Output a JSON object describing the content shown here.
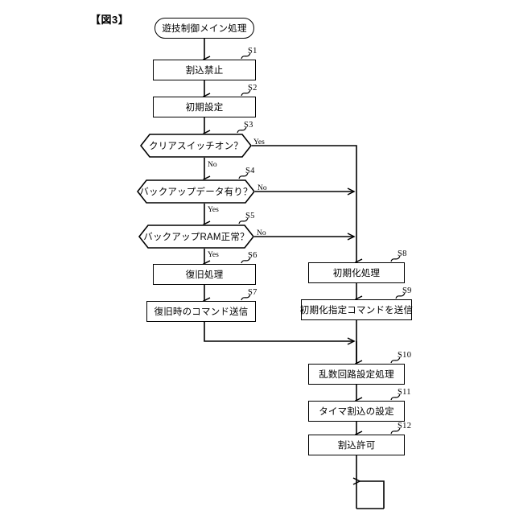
{
  "figure": {
    "label": "【図3】",
    "title_node": "遊技制御メイン処理"
  },
  "nodes": [
    {
      "id": "start",
      "ref": "",
      "text": "遊技制御メイン処理",
      "shape": "terminator"
    },
    {
      "id": "s1",
      "ref": "S1",
      "text": "割込禁止",
      "shape": "process"
    },
    {
      "id": "s2",
      "ref": "S2",
      "text": "初期設定",
      "shape": "process"
    },
    {
      "id": "s3",
      "ref": "S3",
      "text": "クリアスイッチオン？",
      "shape": "decision"
    },
    {
      "id": "s4",
      "ref": "S4",
      "text": "バックアップデータ有り？",
      "shape": "decision"
    },
    {
      "id": "s5",
      "ref": "S5",
      "text": "バックアップRAM正常？",
      "shape": "decision"
    },
    {
      "id": "s6",
      "ref": "S6",
      "text": "復旧処理",
      "shape": "process"
    },
    {
      "id": "s7",
      "ref": "S7",
      "text": "復旧時のコマンド送信",
      "shape": "process"
    },
    {
      "id": "s8",
      "ref": "S8",
      "text": "初期化処理",
      "shape": "process"
    },
    {
      "id": "s9",
      "ref": "S9",
      "text": "初期化指定コマンドを送信",
      "shape": "process"
    },
    {
      "id": "s10",
      "ref": "S10",
      "text": "乱数回路設定処理",
      "shape": "process"
    },
    {
      "id": "s11",
      "ref": "S11",
      "text": "タイマ割込の設定",
      "shape": "process"
    },
    {
      "id": "s12",
      "ref": "S12",
      "text": "割込許可",
      "shape": "process"
    }
  ],
  "edge_labels": {
    "s3_yes": "Yes",
    "s3_no": "No",
    "s4_no": "No",
    "s4_yes": "Yes",
    "s5_no": "No",
    "s5_yes": "Yes"
  },
  "colors": {
    "stroke": "#000000",
    "fill": "#ffffff",
    "text": "#000000"
  }
}
